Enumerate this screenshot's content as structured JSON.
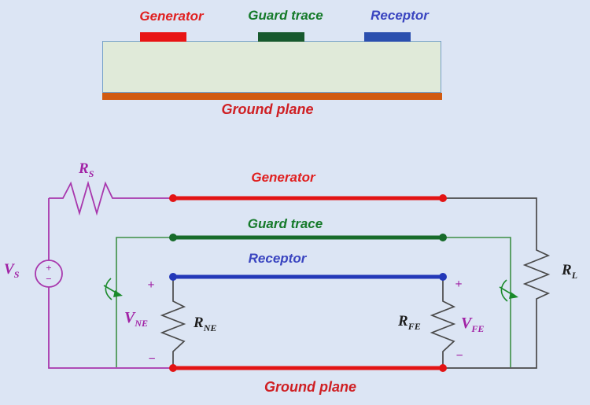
{
  "diagram_title": "Guard trace crosstalk diagram",
  "colors": {
    "background": "#dce5f4",
    "substrate_fill": "#e0ead9",
    "substrate_border": "#74a0c8",
    "ground_plane_strip": "#d15a10",
    "generator_red": "#e31414",
    "guard_green": "#176b2a",
    "guard_wire_green": "#3d8f44",
    "receptor_blue": "#2338b8",
    "wire_magenta": "#a837ad",
    "wire_black": "#4a4a4a",
    "label_red": "#e02020",
    "label_green": "#157a2a",
    "label_blue": "#3a45c0",
    "label_ground_red": "#cf1f23",
    "label_magenta": "#a122a5"
  },
  "cross_section": {
    "generator_label": "Generator",
    "guard_label": "Guard trace",
    "receptor_label": "Receptor",
    "ground_label": "Ground plane"
  },
  "schematic": {
    "generator_label": "Generator",
    "guard_label": "Guard trace",
    "receptor_label": "Receptor",
    "ground_label": "Ground plane",
    "source": {
      "base": "V",
      "sub": "S",
      "plus": "+",
      "minus": "−"
    },
    "rs": {
      "base": "R",
      "sub": "S"
    },
    "rl": {
      "base": "R",
      "sub": "L"
    },
    "rne": {
      "base": "R",
      "sub": "NE"
    },
    "rfe": {
      "base": "R",
      "sub": "FE"
    },
    "vne": {
      "base": "V",
      "sub": "NE"
    },
    "vfe": {
      "base": "V",
      "sub": "FE"
    },
    "near_end": {
      "plus": "+",
      "minus": "−"
    },
    "far_end": {
      "plus": "+",
      "minus": "−"
    }
  }
}
